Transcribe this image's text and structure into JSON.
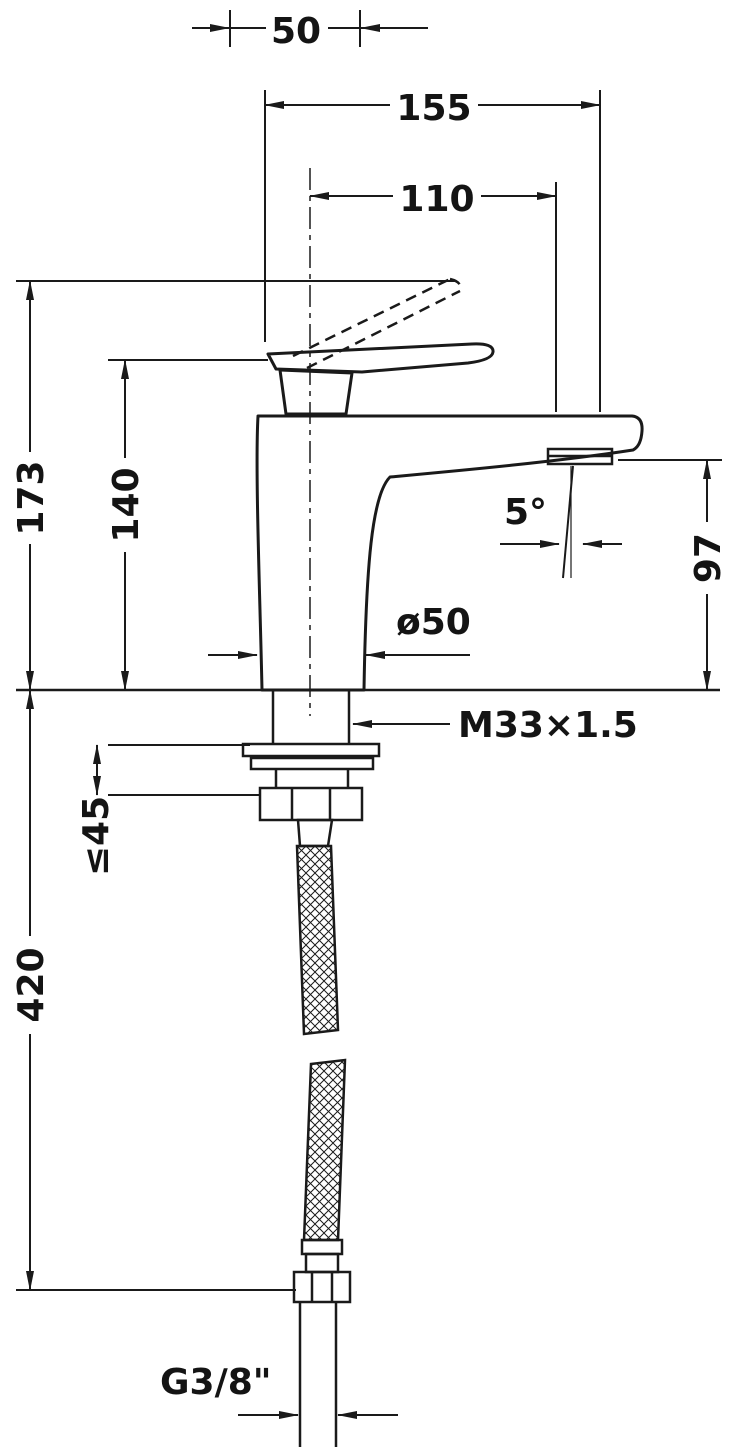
{
  "drawing": {
    "subject": "Single-lever basin mixer faucet — dimensional technical side view",
    "background_color": "#ffffff",
    "line_color": "#1a1a1a"
  },
  "labels": {
    "handle_offset": "50",
    "overall_depth": "155",
    "spout_reach": "110",
    "overall_height": "173",
    "body_height": "140",
    "spout_angle": "5°",
    "spout_outlet_height": "97",
    "base_diameter": "ø50",
    "mounting_thread": "M33×1.5",
    "max_deck_thickness": "≤45",
    "hose_length": "420",
    "hose_thread": "G3/8\""
  }
}
